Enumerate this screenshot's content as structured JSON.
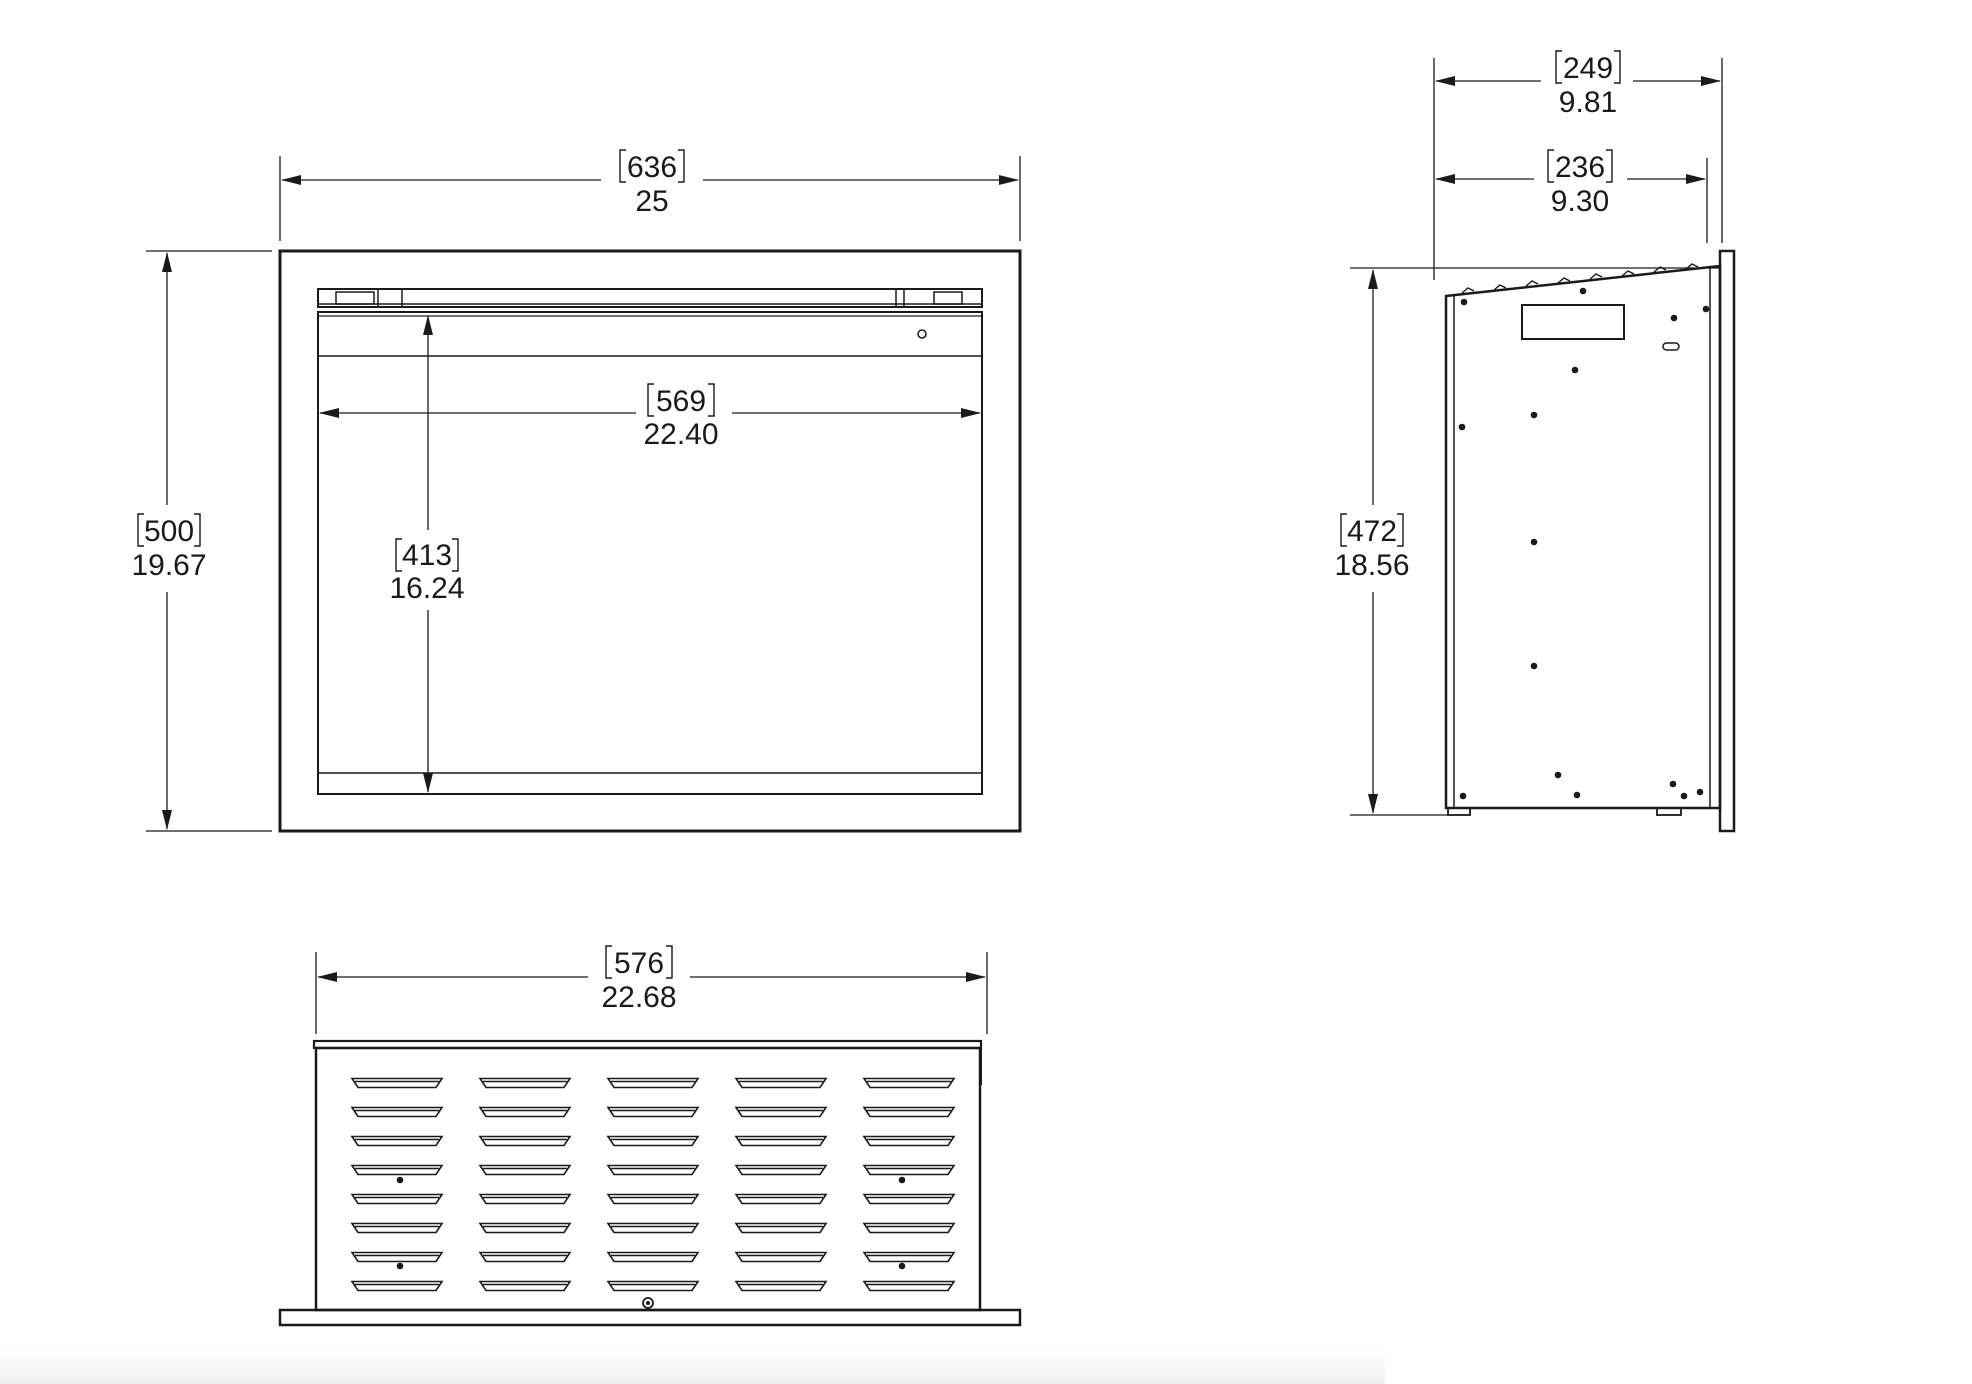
{
  "front_view": {
    "overall_width": {
      "mm": "636",
      "inch": "25"
    },
    "overall_height": {
      "mm": "500",
      "inch": "19.67"
    },
    "opening_width": {
      "mm": "569",
      "inch": "22.40"
    },
    "opening_height": {
      "mm": "413",
      "inch": "16.24"
    }
  },
  "side_view": {
    "overall_depth": {
      "mm": "249",
      "inch": "9.81"
    },
    "body_depth": {
      "mm": "236",
      "inch": "9.30"
    },
    "body_height": {
      "mm": "472",
      "inch": "18.56"
    }
  },
  "top_view": {
    "body_width": {
      "mm": "576",
      "inch": "22.68"
    }
  },
  "colors": {
    "line": "#1a1a1a",
    "background": "#ffffff"
  }
}
